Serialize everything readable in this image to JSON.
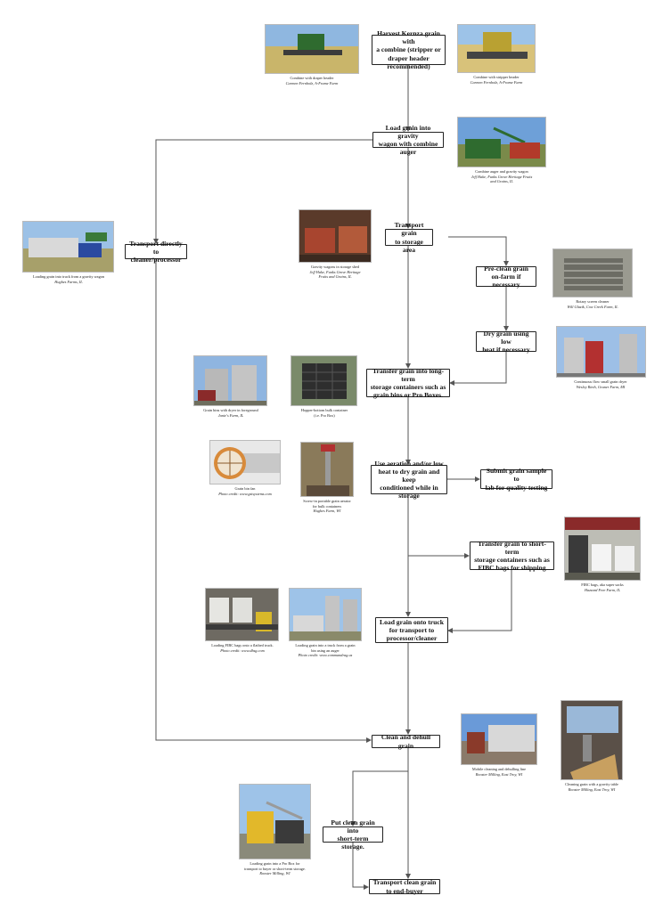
{
  "steps": {
    "harvest": "Harvest Kernza grain with\na combine (stripper or\ndraper header\nrecommended)",
    "load_gravity_wagon": "Load grain into gravity\nwagon with combine auger",
    "transport_directly": "Transport directly to\ncleaner/processor",
    "transport_storage": "Transport grain\nto storage area",
    "pre_clean": "Pre-clean grain\non-farm if necessary",
    "dry_grain": "Dry grain using low\nheat if necessary",
    "transfer_long_term": "Transfer grain into long-term\nstorage containers such as\ngrain bins or Pro Boxes.",
    "aeration": "Use aeration and/or low\nheat to dry grain and keep\nconditioned while in storage",
    "submit_sample": "Submit grain sample to\nlab for quality testing",
    "transfer_short_term": "Transfer grain to short-term\nstorage containers such as\nFIBC bags for shipping",
    "load_truck": "Load grain onto truck\nfor transport to\nprocessor/cleaner",
    "clean_dehull": "Clean and dehull grain",
    "short_term_storage": "Put clean grain into\nshort-term storage.",
    "end_buyer": "Transport clean grain\nto end-buyer"
  },
  "photos": {
    "draper": {
      "caption": "Combine with draper header",
      "credit": "Carmen Fernholz, A-Frame Farm"
    },
    "stripper": {
      "caption": "Combine with stripper header",
      "credit": "Carmen Fernholz, A-Frame Farm"
    },
    "auger_wagon": {
      "caption": "Combine auger and gravity wagon",
      "credit": "Jeff Hake, Funks Grove Heritage Fruits\nand Grains, IL"
    },
    "truck_load": {
      "caption": "Loading grain into truck from a gravity wagon",
      "credit": "Hughes Farms, IL"
    },
    "wagons_shed": {
      "caption": "Gravity wagons in storage shed",
      "credit": "Jeff Hake, Funks Grove Heritage\nFruits and Grains, IL"
    },
    "rotary": {
      "caption": "Rotary screen cleaner",
      "credit": "Will Glazik, Cow Creek Farm, IL"
    },
    "dryer": {
      "caption": "Continuous flow small grain dryer",
      "credit": "Wesley Rieth, Gruner Farm, MI"
    },
    "bins": {
      "caption": "Grain bins with dryer in foreground",
      "credit": "Janie's Farm, IL"
    },
    "probox": {
      "caption": "Hopper-bottom bulk container\n(i.e. Pro Box)",
      "credit": ""
    },
    "fan": {
      "caption": "Grain bin fan",
      "credit": "Photo credit: www.gsisystems.com"
    },
    "aerator": {
      "caption": "Screw-in portable grain aerator\nfor bulk containers",
      "credit": "Hughes Farm, WI"
    },
    "fibc": {
      "caption": "FIBC bags, aka super sacks",
      "credit": "Hazzard Free Farm, IL"
    },
    "flatbed": {
      "caption": "Loading FIBC bags onto a flatbed truck.",
      "credit": "Photo credit: www.dbsg.com"
    },
    "bin_truck": {
      "caption": "Loading grain into a truck from a grain\nbin using an auger",
      "credit": "Photo credit: www.commandrag.us"
    },
    "mobile": {
      "caption": "Mobile cleaning and dehulling line",
      "credit": "Rooster Milling, East Troy, WI"
    },
    "gravity_table": {
      "caption": "Cleaning grain with a gravity table",
      "credit": "Rooster Milling, East Troy, WI"
    },
    "probox_load": {
      "caption": "Loading grain into a Pro Box for\ntransport to buyer or short-term storage.",
      "credit": "Rooster Milling, WI"
    }
  },
  "colors": {
    "line": "#555555",
    "box_border": "#222222",
    "grass": "#c9b56a",
    "sky": "#8fb7e0",
    "combine_green": "#2f6b2f"
  }
}
